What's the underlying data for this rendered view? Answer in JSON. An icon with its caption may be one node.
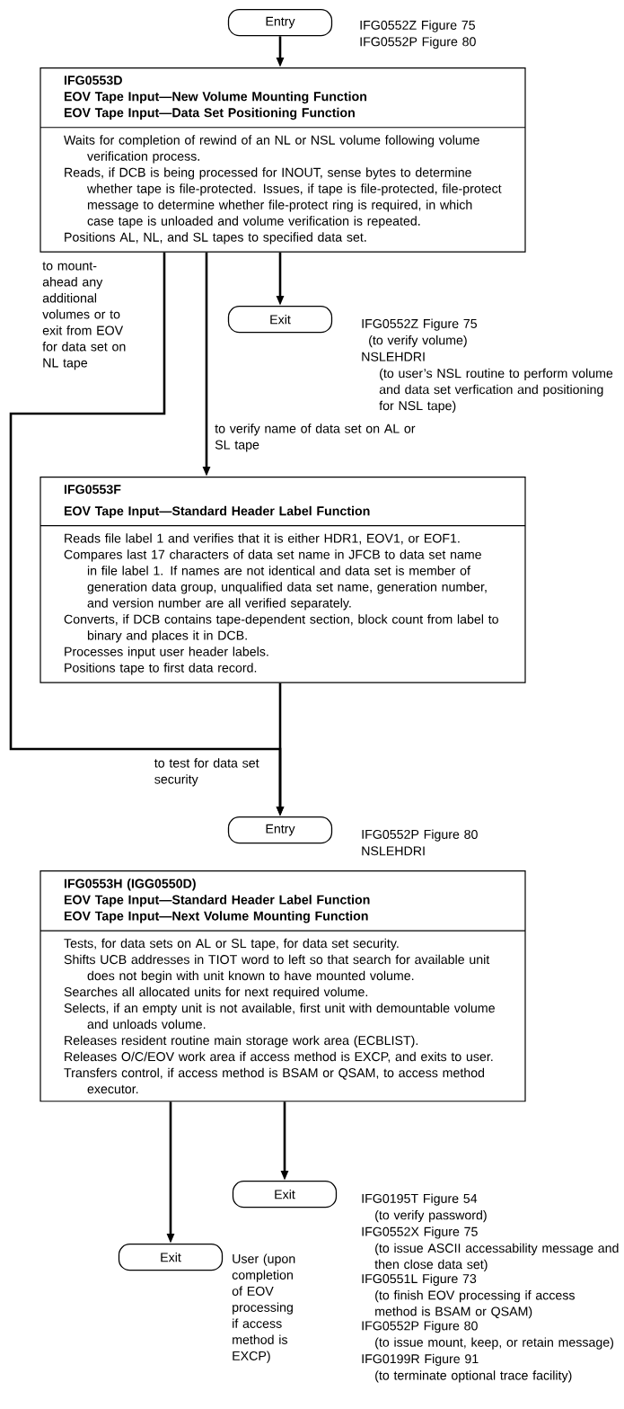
{
  "diagram": {
    "nodes": [
      {
        "text": [
          "Entry"
        ],
        "beside": [
          "IFG0552Z Figure 75",
          "IFG0552P Figure 80"
        ]
      },
      {
        "text": [
          "IFG0553D",
          "EOV Tape Input—New Volume Mounting Function",
          "EOV Tape Input—Data Set Positioning Function",
          "Waits for completion of rewind of an NL or NSL volume following volume verification process.",
          "Reads, if DCB is being processed for INOUT, sense bytes to determine whether tape is file-protected. Issues, if tape is file-protected, file-protect message to determine whether file-protect ring is required, in which case tape is unloaded and volume verification is repeated.",
          "Positions AL, NL, and SL tapes to specified data set."
        ]
      },
      {
        "text": [
          "Exit"
        ],
        "beside": [
          "IFG0552Z Figure 75",
          "(to verify volume)",
          "NSLEHDRI",
          "(to user’s NSL routine to perform volume and data set verfication and positioning for NSL tape)"
        ]
      },
      {
        "text": [
          "IFG0553F",
          "EOV Tape Input—Standard Header Label Function",
          "Reads file label 1 and verifies that it is either HDR1, EOV1, or EOF1.",
          "Compares last 17 characters of data set name in JFCB to data set name in file label 1. If names are not identical and data set is member of generation data group, unqualified data set name, generation number, and version number are all verified separately.",
          "Converts, if DCB contains tape-dependent section, block count from label to binary and places it in DCB.",
          "Processes input user header labels.",
          "Positions tape to first data record."
        ]
      },
      {
        "text": [
          "Entry"
        ],
        "beside": [
          "IFG0552P Figure 80",
          "NSLEHDRI"
        ]
      },
      {
        "text": [
          "IFG0553H (IGG0550D)",
          "EOV Tape Input—Standard Header Label Function",
          "EOV Tape Input—Next Volume Mounting Function",
          "Tests, for data sets on AL or SL tape, for data set security.",
          "Shifts UCB addresses in TIOT word to left so that search for available unit does not begin with unit known to have mounted volume.",
          "Searches all allocated units for next required volume.",
          "Selects, if an empty unit is not available, first unit with demountable volume and unloads volume.",
          "Releases resident routine main storage work area (ECBLIST).",
          "Releases O/C/EOV work area if access method is EXCP, and exits to user.",
          "Transfers control, if access method is BSAM or QSAM, to access method executor."
        ]
      },
      {
        "text": [
          "Exit"
        ],
        "beside": [
          "IFG0195T Figure 54",
          "(to verify password)",
          "IFG0552X Figure 75",
          "(to issue ASCII accessability message and then close data set)",
          "IFG0551L Figure 73",
          "(to finish EOV processing if access method is BSAM or QSAM)",
          "IFG0552P Figure 80",
          "(to issue mount, keep, or retain message)",
          "IFG0199R Figure 91",
          "(to terminate optional trace facility)"
        ]
      },
      {
        "text": [
          "Exit"
        ],
        "beside": [
          "User (upon completion of EOV processing if access method is EXCP)"
        ]
      }
    ],
    "edges": [
      {
        "from": 0,
        "to": 1,
        "arrow": "to"
      },
      {
        "from": 1,
        "to": 2,
        "arrow": "to"
      },
      {
        "from": 1,
        "to": 3,
        "arrow": "to",
        "label": "to verify name of data set on AL or SL tape"
      },
      {
        "from": 1,
        "to": 4,
        "arrow": "to",
        "label": "to mount-ahead any additional volumes or to exit from EOV for data set on NL tape"
      },
      {
        "from": 3,
        "to": 4,
        "arrow": "to",
        "label": "to test for data set security"
      },
      {
        "from": 5,
        "to": 6,
        "arrow": "to"
      },
      {
        "from": 5,
        "to": 7,
        "arrow": "to"
      }
    ]
  }
}
